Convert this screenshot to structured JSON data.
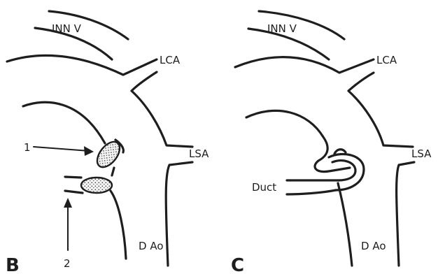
{
  "panel_b": {
    "letter": "B",
    "labels": {
      "inn_v": "INN V",
      "lca": "LCA",
      "lsa": "LSA",
      "d_ao": "D Ao",
      "arrow_1": "1",
      "arrow_2": "2"
    }
  },
  "panel_c": {
    "letter": "C",
    "labels": {
      "inn_v": "INN V",
      "lca": "LCA",
      "lsa": "LSA",
      "d_ao": "D Ao",
      "duct": "Duct"
    }
  },
  "colors": {
    "ink": "#1e1e1e",
    "background": "#ffffff"
  }
}
